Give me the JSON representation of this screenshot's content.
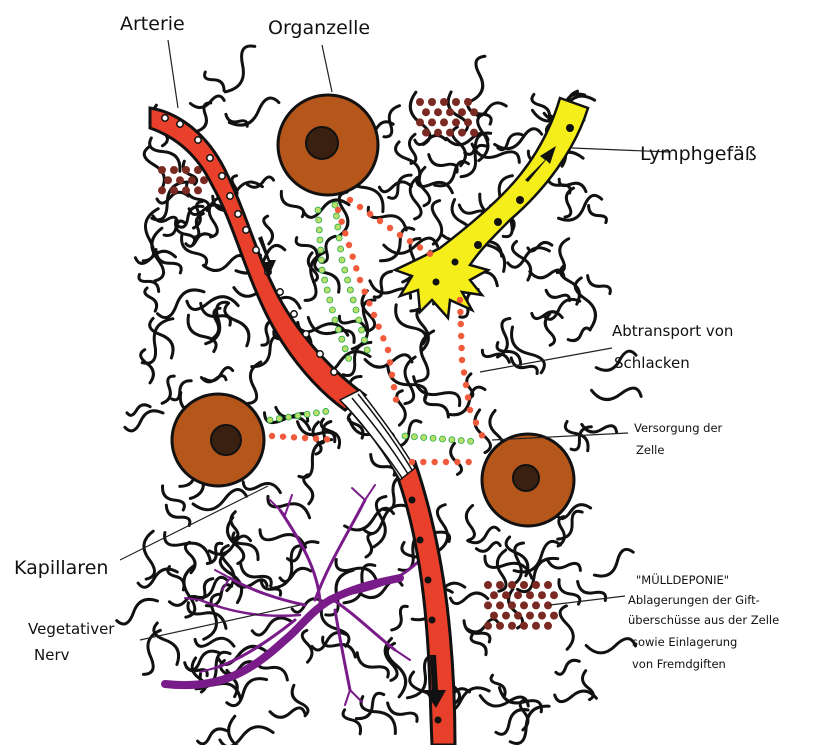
{
  "labels": {
    "arterie": "Arterie",
    "organzelle": "Organzelle",
    "lymphgefaess": "Lymphgefäß",
    "abtransport_line1": "Abtransport von",
    "abtransport_line2": "Schlacken",
    "versorgung_line1": "Versorgung der",
    "versorgung_line2": "Zelle",
    "kapillaren": "Kapillaren",
    "vegetativer_line1": "Vegetativer",
    "vegetativer_line2": "Nerv",
    "muelldeponie_title": "\"MÜLLDEPONIE\"",
    "muelldeponie_line1": "Ablagerungen der Gift-",
    "muelldeponie_line2": "überschüsse aus der Zelle",
    "muelldeponie_line3": "sowie Einlagerung",
    "muelldeponie_line4": "von Fremdgiften"
  },
  "colors": {
    "artery": "#e8402a",
    "cell": "#b5561b",
    "nucleus": "#3a2010",
    "lymph": "#f5ee1a",
    "nerve": "#7a1b8a",
    "deposit": "#7a2a22",
    "supply_dots": "#b8e06a",
    "waste_dots": "#f25a3c",
    "fibers": "#111111"
  }
}
